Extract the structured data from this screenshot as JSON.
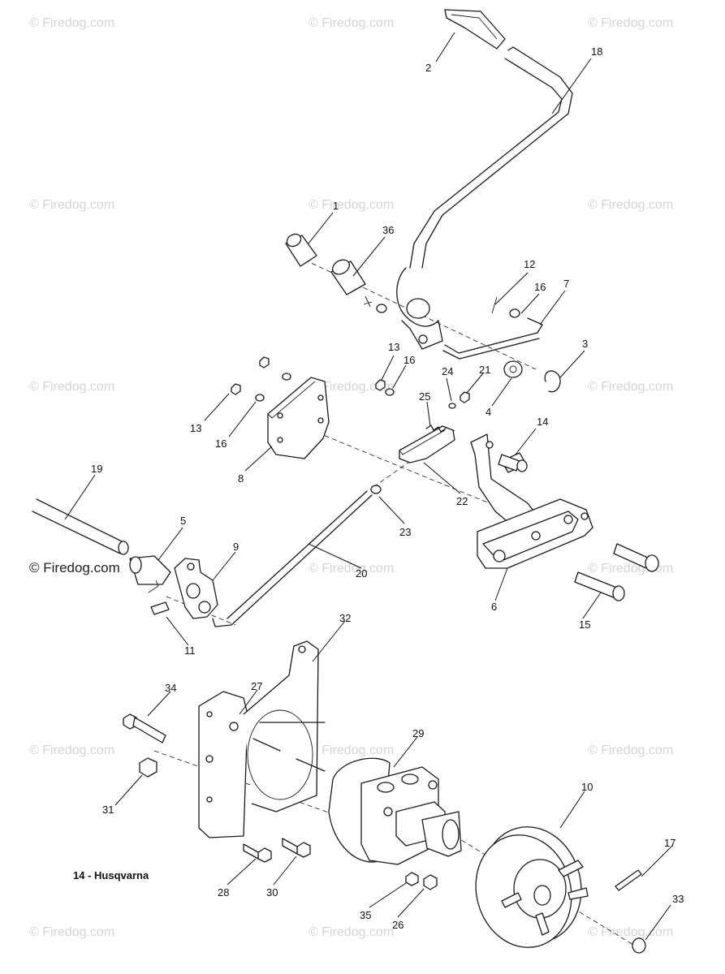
{
  "watermark": "© Firedog.com",
  "note": "14 - Husqvarna",
  "callouts": [
    "1",
    "2",
    "3",
    "4",
    "5",
    "6",
    "7",
    "8",
    "9",
    "10",
    "11",
    "12",
    "13",
    "13",
    "14",
    "15",
    "16",
    "16",
    "16",
    "17",
    "18",
    "19",
    "20",
    "21",
    "22",
    "23",
    "24",
    "25",
    "26",
    "27",
    "28",
    "29",
    "30",
    "31",
    "32",
    "33",
    "34",
    "35",
    "36"
  ],
  "icons": [
    "copyright-icon"
  ]
}
